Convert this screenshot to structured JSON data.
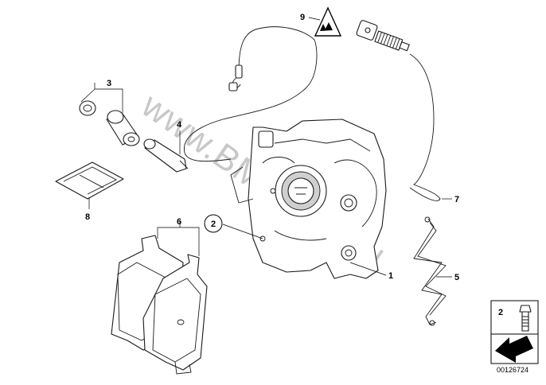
{
  "callouts": [
    {
      "id": "c1",
      "label": "1"
    },
    {
      "id": "c2",
      "label": "2"
    },
    {
      "id": "c3",
      "label": "3"
    },
    {
      "id": "c4",
      "label": "4"
    },
    {
      "id": "c5",
      "label": "5"
    },
    {
      "id": "c6",
      "label": "6"
    },
    {
      "id": "c7",
      "label": "7"
    },
    {
      "id": "c8",
      "label": "8"
    },
    {
      "id": "c9",
      "label": "9"
    }
  ],
  "watermark": "www.BMWfans.pl",
  "legend_box": {
    "item_label": "2"
  },
  "reference_number": "00126724",
  "colors": {
    "line": "#1a1a1a",
    "watermark": "#c8c8c8",
    "background": "#ffffff"
  }
}
